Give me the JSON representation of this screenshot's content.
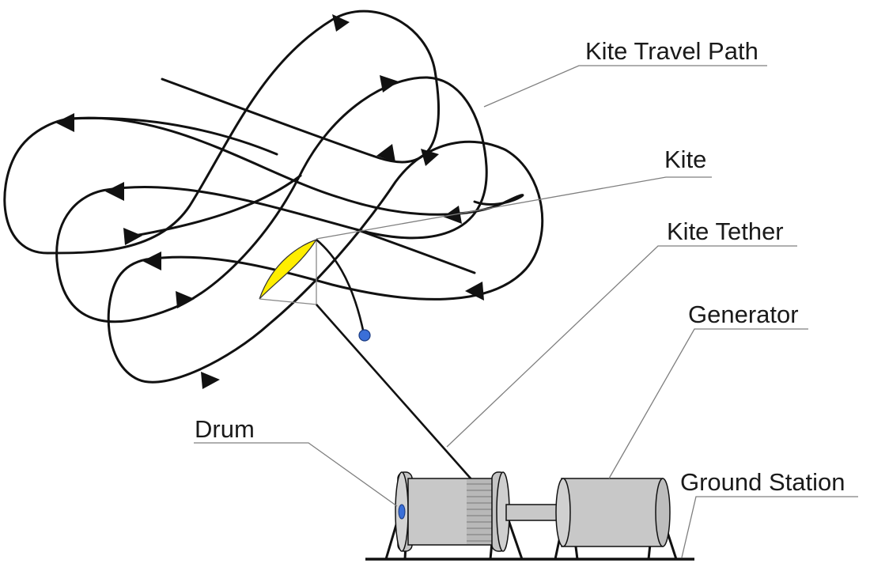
{
  "labels": {
    "travel_path": "Kite Travel Path",
    "kite": "Kite",
    "tether": "Kite Tether",
    "generator": "Generator",
    "drum": "Drum",
    "ground_station": "Ground Station"
  },
  "colors": {
    "kite_wing": "#ffee00",
    "kite_dot": "#3a6fd8",
    "drum_body": "#c8c8c8",
    "outline": "#111111",
    "leader_line": "#7f7f7f"
  }
}
